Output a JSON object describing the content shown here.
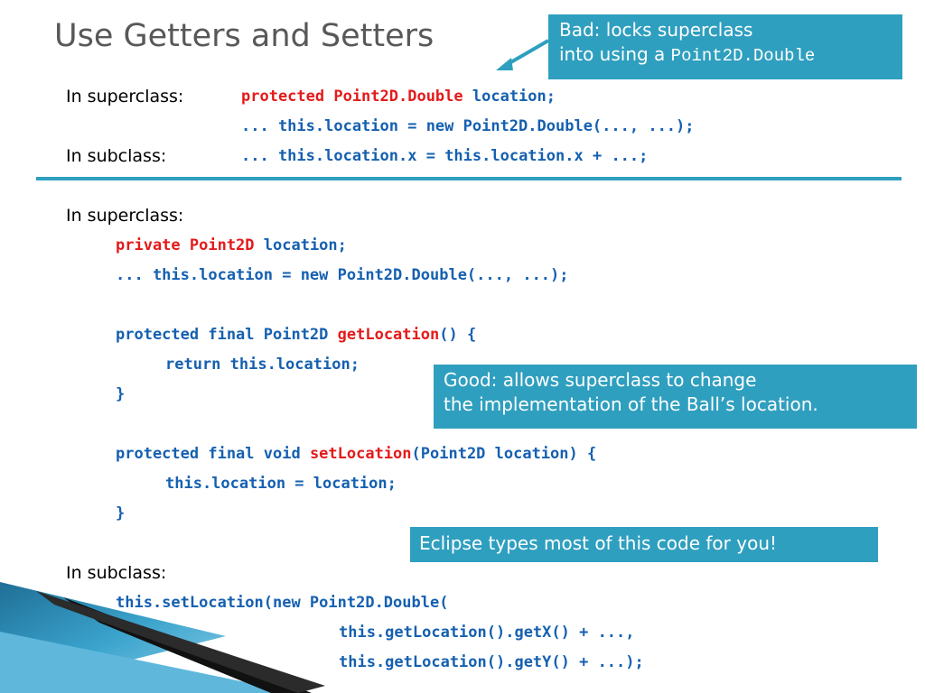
{
  "title": "Use Getters and Setters",
  "labels": {
    "super1": "In superclass:",
    "sub1": "In subclass:",
    "super2": "In superclass:",
    "sub2": "In subclass:"
  },
  "bad_example": {
    "line1_red": "protected Point2D.Double",
    "line1_rest": " location;",
    "line2": "... this.location = new Point2D.Double(..., ...);",
    "line3_pre": "... this.location.",
    "line3_x1": "x",
    "line3_mid": " = this.location.",
    "line3_x2": "x",
    "line3_post": " + ...;"
  },
  "good_example": {
    "field_red": "private Point2D",
    "field_rest": " location;",
    "init": "... this.location = new Point2D.Double(..., ...);",
    "getter_pre": "protected final Point2D ",
    "getter_name": "getLocation",
    "getter_post": "() {",
    "getter_body": "return this.location;",
    "getter_close": "}",
    "setter_pre": "protected final void ",
    "setter_name": "setLocation",
    "setter_post": "(Point2D location) {",
    "setter_body": "this.location = location;",
    "setter_close": "}",
    "sub_line1": "this.setLocation(new Point2D.Double(",
    "sub_line2": "this.getLocation().getX() + ...,",
    "sub_line3": "this.getLocation().getY() + ...);"
  },
  "callouts": {
    "bad_line1": "Bad: locks superclass",
    "bad_line2_text": "into using a ",
    "bad_line2_code": "Point2D.Double",
    "good_line1": "Good: allows superclass to change",
    "good_line2": "the implementation of the Ball’s location.",
    "eclipse": "Eclipse types most of this code for you!"
  },
  "colors": {
    "title": "#585858",
    "code_blue": "#1560b0",
    "code_red": "#e41a1a",
    "callout_bg": "#2f9fbf",
    "divider": "#2f9fbf"
  }
}
